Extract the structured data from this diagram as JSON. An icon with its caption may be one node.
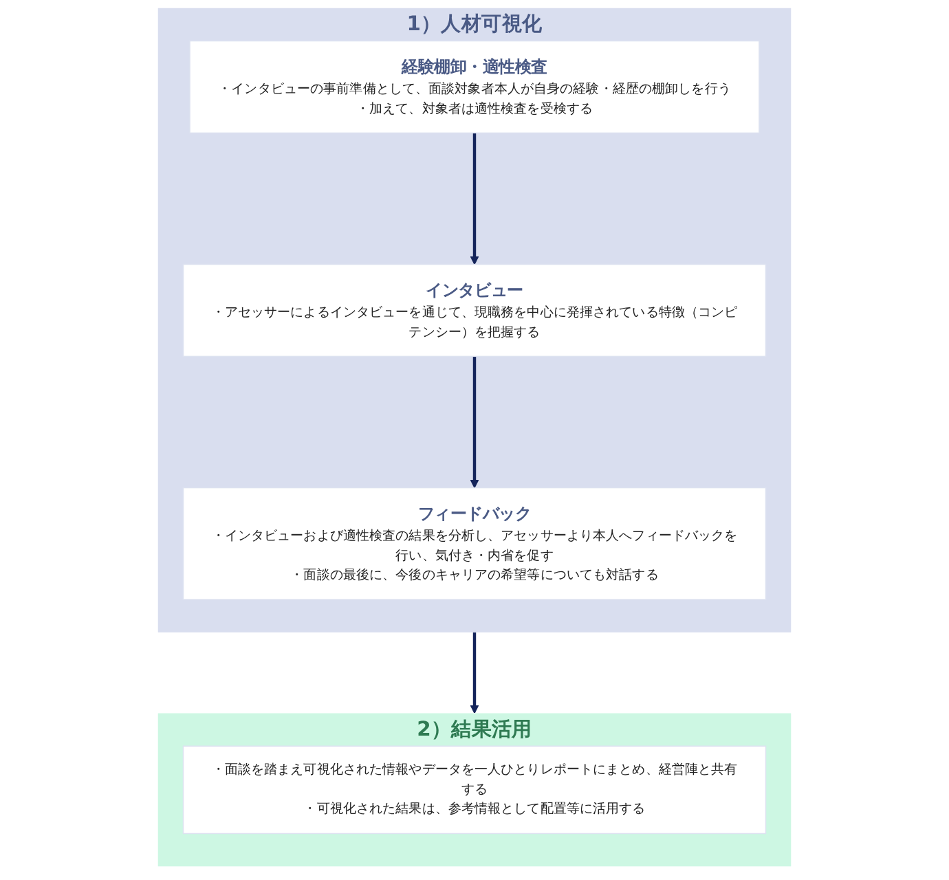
{
  "diagram": {
    "nodes": [
      {
        "text": [
          "1）人材可視化"
        ]
      },
      {
        "text": [
          "経験棚卸・適性検査",
          "・インタビューの事前準備として、面談対象者本人が自身の経験・経歴の棚卸しを行う",
          "・加えて、対象者は適性検査を受検する"
        ],
        "in": 0
      },
      {
        "text": [
          "インタビュー",
          "・アセッサーによるインタビューを通じて、現職務を中心に発揮されている特徴（コンピテンシー）を把握する"
        ],
        "in": 0
      },
      {
        "text": [
          "フィードバック",
          "・インタビューおよび適性検査の結果を分析し、アセッサーより本人へフィードバックを行い、気付き・内省を促す",
          "・面談の最後に、今後のキャリアの希望等についても対話する"
        ],
        "in": 0
      },
      {
        "text": [
          "2）結果活用"
        ]
      },
      {
        "text": [
          "・面談を踏まえ可視化された情報やデータを一人ひとりレポートにまとめ、経営陣と共有する",
          "・可視化された結果は、参考情報として配置等に活用する"
        ],
        "in": 4
      }
    ],
    "edges": [
      {
        "from": 1,
        "to": 2,
        "arrow": "to"
      },
      {
        "from": 2,
        "to": 3,
        "arrow": "to"
      },
      {
        "from": 0,
        "to": 4,
        "arrow": "to"
      }
    ]
  }
}
